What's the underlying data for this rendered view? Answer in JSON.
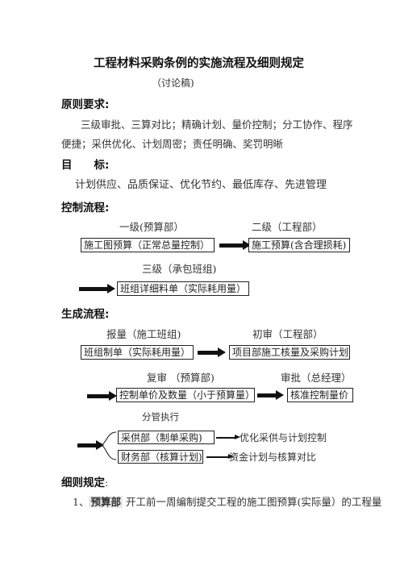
{
  "title": "工程材料采购条例的实施流程及细则规定",
  "subtitle": "（讨论稿)",
  "principles": {
    "heading": "原则要求:",
    "line1": "三级审批、三算对比；精确计划、量价控制；分工协作、程序",
    "line2": "便捷；采供优化、计划周密；责任明确、奖罚明晰"
  },
  "goal": {
    "heading": "目　　标:",
    "text": "计划供应、品质保证、优化节约、最低库存、先进管理"
  },
  "control_flow": {
    "heading": "控制流程:",
    "label_level1": "一级(预算部）",
    "label_level2": "二级（工程部）",
    "box_budget": "施工图预算（正常总量控制）",
    "box_construction": "施工预算(含合理损耗)",
    "label_level3": "三级（承包班组)",
    "box_team_list": "班组详细料单（实际耗用量）"
  },
  "generate_flow": {
    "heading": "生成流程:",
    "label_report": "报量（施工班组)",
    "label_first_review": "初审（工程部）",
    "box_team_order": "班组制单（实际耗用量）",
    "box_project_plan": "项目部施工核量及采购计划",
    "label_second_review": "复审 （预算部)",
    "label_approval": "审批（总经理）",
    "box_price_qty": "控制单价及数量（小于预算量）",
    "box_approved_price": "核准控制量价",
    "label_divide": "分管执行",
    "box_purchase_dept": "采供部（制单采购)",
    "text_purchase_result": "优化采供与计划控制",
    "box_finance_dept": "财务部（核算计划)",
    "text_finance_result": "资金计划与核算对比"
  },
  "rules": {
    "heading": "细则规定",
    "heading_colon": ":",
    "item1_num": "1、",
    "item1_bold": "预算部",
    "item1_text": "开工前一周编制提交工程的施工图预算(实际量）的工程量"
  }
}
